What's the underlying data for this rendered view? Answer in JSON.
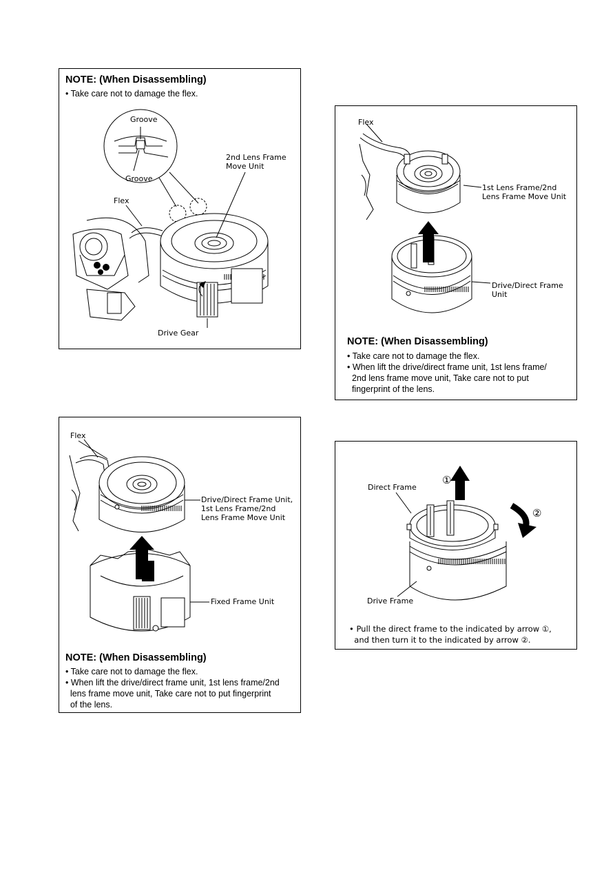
{
  "panel1": {
    "note_title": "NOTE: (When Disassembling)",
    "note_lines": [
      "• Take care not to damage the flex."
    ],
    "labels": {
      "groove_top": "Groove",
      "groove_bottom": "Groove",
      "lens_move_unit": "2nd Lens Frame\nMove Unit",
      "flex": "Flex",
      "drive_gear": "Drive Gear"
    }
  },
  "panel2": {
    "labels": {
      "flex": "Flex",
      "lens_frame": "1st Lens Frame/2nd\nLens Frame Move Unit",
      "drive_direct": "Drive/Direct Frame\nUnit"
    },
    "note_title": "NOTE: (When Disassembling)",
    "note_lines": [
      "• Take care not to damage the flex.",
      "• When lift the drive/direct frame unit, 1st lens frame/",
      "  2nd lens frame move unit, Take care not to put",
      "  fingerprint of the lens."
    ]
  },
  "panel3": {
    "labels": {
      "flex": "Flex",
      "drive_direct": "Drive/Direct Frame Unit,\n1st Lens Frame/2nd\nLens Frame Move Unit",
      "fixed_frame": "Fixed Frame Unit"
    },
    "note_title": "NOTE: (When Disassembling)",
    "note_lines": [
      "• Take care not to damage the flex.",
      "• When lift the drive/direct frame unit, 1st lens frame/2nd",
      "  lens frame move unit, Take care not to put fingerprint",
      "  of the lens."
    ]
  },
  "panel4": {
    "labels": {
      "arrow1": "①",
      "arrow2": "②",
      "direct_frame": "Direct Frame",
      "drive_frame": "Drive Frame"
    },
    "note_lines": [
      "• Pull the direct frame to the indicated by arrow ①,",
      "  and then turn it to the indicated by arrow ②."
    ]
  }
}
